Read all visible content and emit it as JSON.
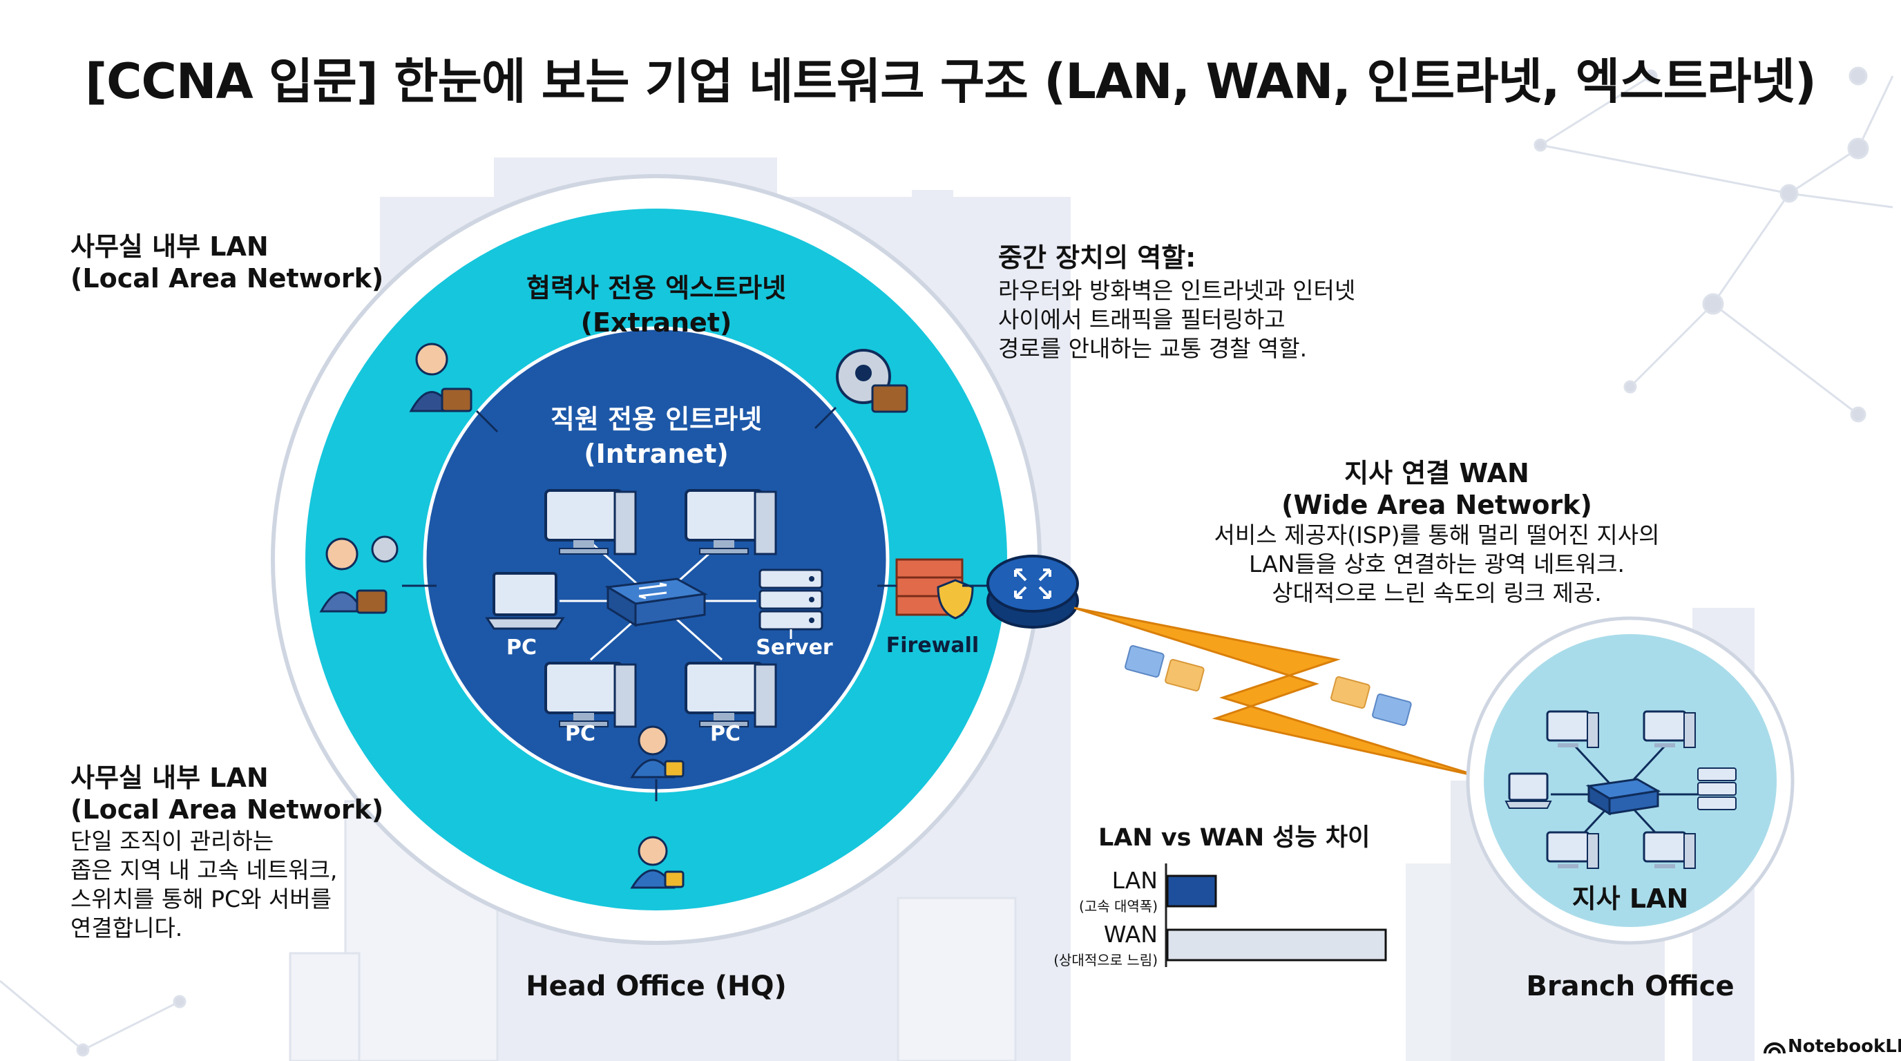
{
  "title": "[CCNA 입문] 한눈에 보는 기업 네트워크 구조 (LAN, WAN, 인트라넷, 엑스트라넷)",
  "lan_top": {
    "title": "사무실 내부 LAN",
    "subtitle": "(Local Area Network)"
  },
  "lan_bottom": {
    "title": "사무실 내부 LAN",
    "subtitle": "(Local Area Network)",
    "lines": [
      "단일 조직이 관리하는",
      "좁은 지역 내 고속 네트워크,",
      "스위치를 통해 PC와 서버를",
      "연결합니다."
    ]
  },
  "extranet": {
    "title": "협력사 전용 엑스트라넷",
    "subtitle": "(Extranet)"
  },
  "intranet": {
    "title": "직원 전용 인트라넷",
    "subtitle": "(Intranet)"
  },
  "devices": {
    "pc": "PC",
    "server": "Server",
    "firewall": "Firewall"
  },
  "middle": {
    "title": "중간 장치의 역할:",
    "lines": [
      "라우터와 방화벽은 인트라넷과 인터넷",
      "사이에서 트래픽을 필터링하고",
      "경로를 안내하는 교통 경찰 역할."
    ]
  },
  "wan": {
    "title": "지사 연결 WAN",
    "subtitle": "(Wide Area Network)",
    "lines": [
      "서비스 제공자(ISP)를 통해 멀리 떨어진 지사의",
      "LAN들을 상호 연결하는 광역 네트워크.",
      "상대적으로 느린 속도의 링크 제공."
    ]
  },
  "chart_data": {
    "type": "bar",
    "title": "LAN vs WAN 성능 차이",
    "categories": [
      "LAN",
      "WAN"
    ],
    "category_notes": [
      "(고속 대역폭)",
      "(상대적으로 느림)"
    ],
    "values": [
      0.22,
      1.0
    ],
    "colors": [
      "#1e4f9c",
      "#dde3ec"
    ]
  },
  "branch_lan": "지사 LAN",
  "head_office": "Head Office (HQ)",
  "branch_office": "Branch Office",
  "brand": "NotebookLM"
}
